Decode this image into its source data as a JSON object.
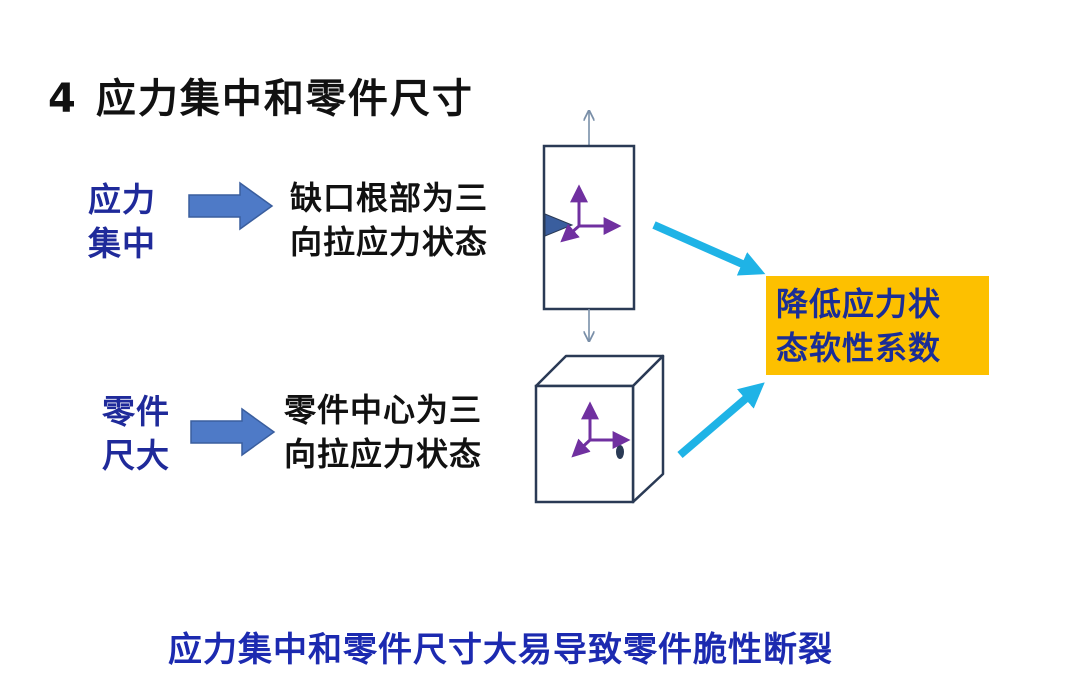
{
  "title": {
    "number": "4",
    "text": "应力集中和零件尺寸"
  },
  "row1": {
    "cause_lines": [
      "应力",
      "集中"
    ],
    "effect_lines": [
      "缺口根部为三",
      "向拉应力状态"
    ]
  },
  "row2": {
    "cause_lines": [
      "零件",
      "尺大"
    ],
    "effect_lines": [
      "零件中心为三",
      "向拉应力状态"
    ]
  },
  "result": {
    "lines": [
      "降低应力状",
      "态软性系数"
    ]
  },
  "conclusion": "应力集中和零件尺寸大易导致零件脆性断裂",
  "colors": {
    "cause_text": "#1f2a9a",
    "result_bg": "#fdc000",
    "result_text": "#1a2d96",
    "conclusion_text": "#1c2ab0",
    "block_arrow": "#4e7ac7",
    "cyan_arrow": "#1fb3e6",
    "stress_axes": "#7030a0",
    "outline": "#2a3a55"
  }
}
